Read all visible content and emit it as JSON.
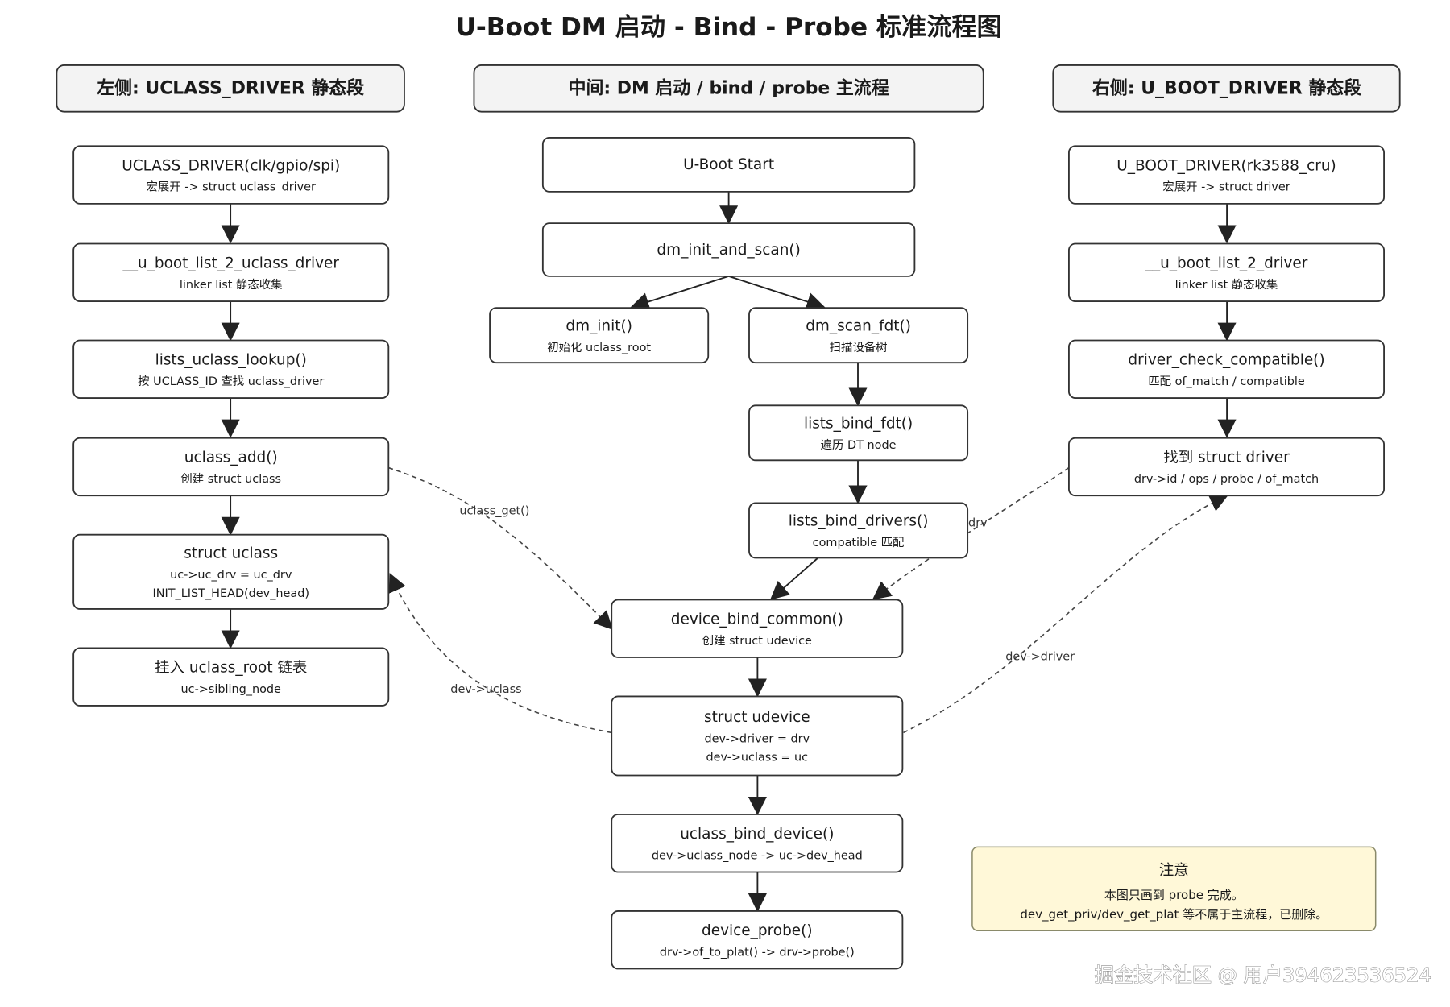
{
  "title": "U-Boot DM 启动 - Bind - Probe 标准流程图",
  "headers": {
    "left": "左侧: UCLASS_DRIVER 静态段",
    "middle": "中间: DM 启动 / bind / probe 主流程",
    "right": "右侧: U_BOOT_DRIVER 静态段"
  },
  "nodes": {
    "uclass_driver_macro": {
      "main": "UCLASS_DRIVER(clk/gpio/spi)",
      "sub": [
        "宏展开 -> struct uclass_driver"
      ]
    },
    "u_boot_list_2_uclass_driver": {
      "main": "__u_boot_list_2_uclass_driver",
      "sub": [
        "linker list 静态收集"
      ]
    },
    "lists_uclass_lookup": {
      "main": "lists_uclass_lookup()",
      "sub": [
        "按 UCLASS_ID 查找 uclass_driver"
      ]
    },
    "uclass_add": {
      "main": "uclass_add()",
      "sub": [
        "创建 struct uclass"
      ]
    },
    "struct_uclass": {
      "main": "struct uclass",
      "sub": [
        "uc->uc_drv = uc_drv",
        "INIT_LIST_HEAD(dev_head)"
      ]
    },
    "uclass_root_insert": {
      "main": "挂入 uclass_root 链表",
      "sub": [
        "uc->sibling_node"
      ]
    },
    "uboot_start": {
      "main": "U-Boot Start",
      "sub": []
    },
    "dm_init_and_scan": {
      "main": "dm_init_and_scan()",
      "sub": []
    },
    "dm_init": {
      "main": "dm_init()",
      "sub": [
        "初始化 uclass_root"
      ]
    },
    "dm_scan_fdt": {
      "main": "dm_scan_fdt()",
      "sub": [
        "扫描设备树"
      ]
    },
    "lists_bind_fdt": {
      "main": "lists_bind_fdt()",
      "sub": [
        "遍历 DT node"
      ]
    },
    "lists_bind_drivers": {
      "main": "lists_bind_drivers()",
      "sub": [
        "compatible 匹配"
      ]
    },
    "device_bind_common": {
      "main": "device_bind_common()",
      "sub": [
        "创建 struct udevice"
      ]
    },
    "struct_udevice": {
      "main": "struct udevice",
      "sub": [
        "dev->driver = drv",
        "dev->uclass = uc"
      ]
    },
    "uclass_bind_device": {
      "main": "uclass_bind_device()",
      "sub": [
        "dev->uclass_node -> uc->dev_head"
      ]
    },
    "device_probe": {
      "main": "device_probe()",
      "sub": [
        "drv->of_to_plat() -> drv->probe()"
      ]
    },
    "u_boot_driver_macro": {
      "main": "U_BOOT_DRIVER(rk3588_cru)",
      "sub": [
        "宏展开 -> struct driver"
      ]
    },
    "u_boot_list_2_driver": {
      "main": "__u_boot_list_2_driver",
      "sub": [
        "linker list 静态收集"
      ]
    },
    "driver_check_compatible": {
      "main": "driver_check_compatible()",
      "sub": [
        "匹配 of_match / compatible"
      ]
    },
    "found_struct_driver": {
      "main": "找到 struct driver",
      "sub": [
        "drv->id / ops / probe / of_match"
      ]
    }
  },
  "edge_labels": {
    "uclass_get": "uclass_get()",
    "drv": "drv",
    "dev_uclass": "dev->uclass",
    "dev_driver": "dev->driver"
  },
  "note": {
    "title": "注意",
    "lines": [
      "本图只画到 probe 完成。",
      "dev_get_priv/dev_get_plat 等不属于主流程，已删除。"
    ]
  },
  "watermark": "掘金技术社区 @ 用户394623536524"
}
